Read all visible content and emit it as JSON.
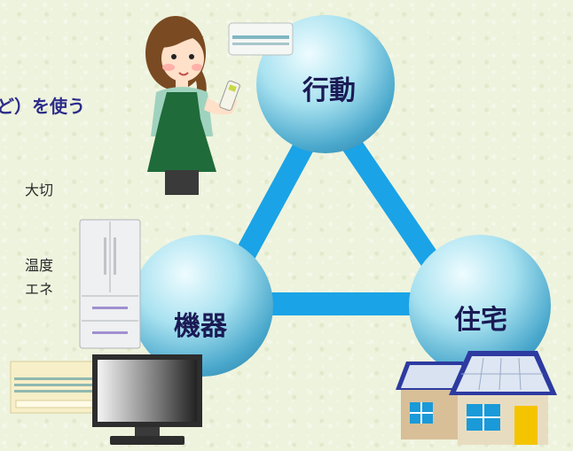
{
  "text_fragments": {
    "heading": "ど）を使う",
    "line1": "大切",
    "line2": "温度",
    "line3": "エネ"
  },
  "spheres": {
    "behavior": "行動",
    "appliances": "機器",
    "housing": "住宅"
  },
  "colors": {
    "background": "#eef3dd",
    "triangle": "#1aa3e6",
    "heading_text": "#2c2c8a",
    "sphere_text": "#1a1a55",
    "sphere_light": "#e6fbff",
    "sphere_dark": "#3a9cc4"
  },
  "icons": [
    "woman-with-remote-icon",
    "air-conditioner-icon",
    "refrigerator-icon",
    "tv-monitor-icon",
    "solar-house-icon"
  ]
}
